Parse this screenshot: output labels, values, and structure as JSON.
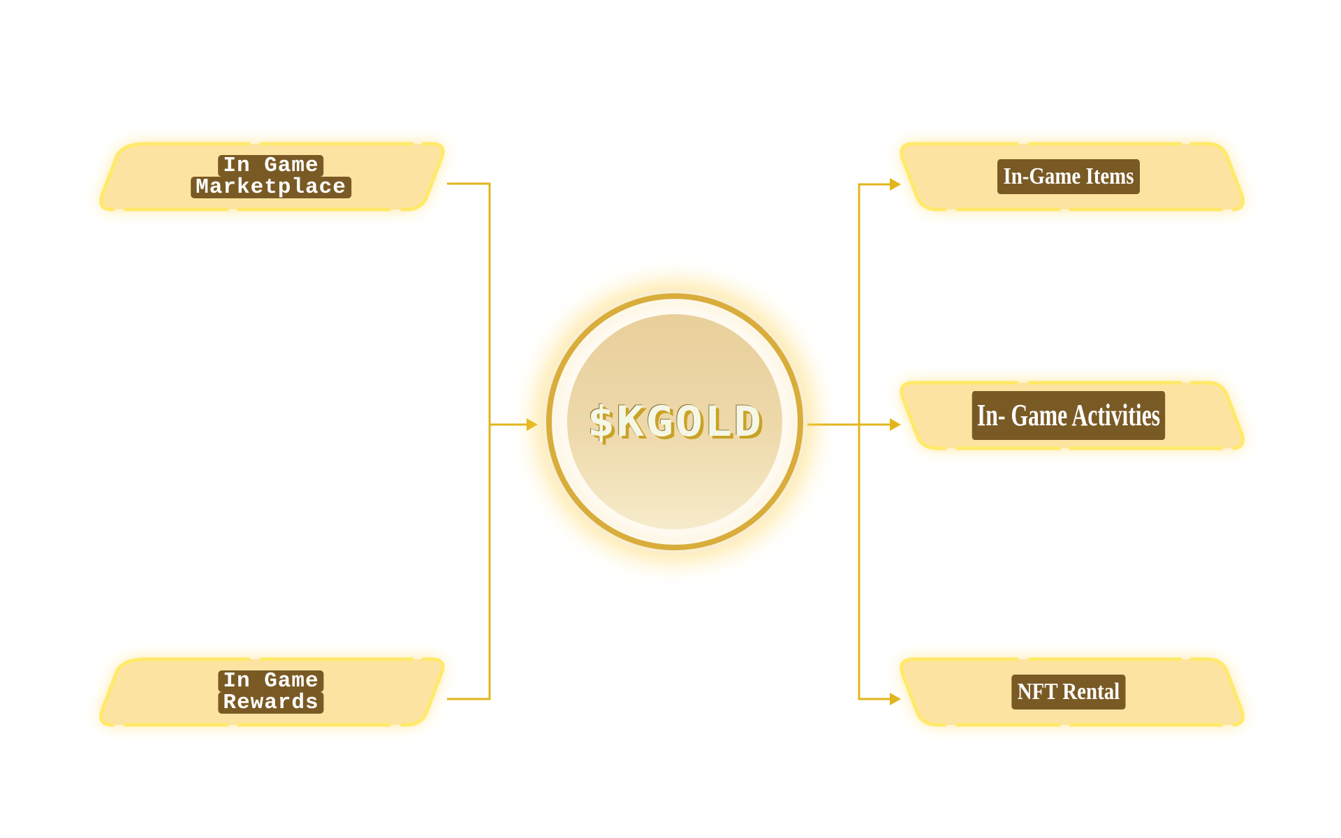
{
  "colors": {
    "line": "#e2b51c",
    "frame_fill": "#fde3a2",
    "frame_stroke": "#ffe96a",
    "glow": "#ffd24a",
    "label_bg": "#7a5a24",
    "label_text": "#ffffff"
  },
  "center": {
    "token": "$KGOLD"
  },
  "sources": [
    {
      "id": "marketplace",
      "lines": [
        "In Game",
        "Marketplace"
      ]
    },
    {
      "id": "rewards",
      "lines": [
        "In Game",
        "Rewards"
      ]
    }
  ],
  "uses": [
    {
      "id": "items",
      "label": "In-Game Items"
    },
    {
      "id": "activities",
      "label": "In- Game Activities"
    },
    {
      "id": "rental",
      "label": "NFT Rental"
    }
  ]
}
